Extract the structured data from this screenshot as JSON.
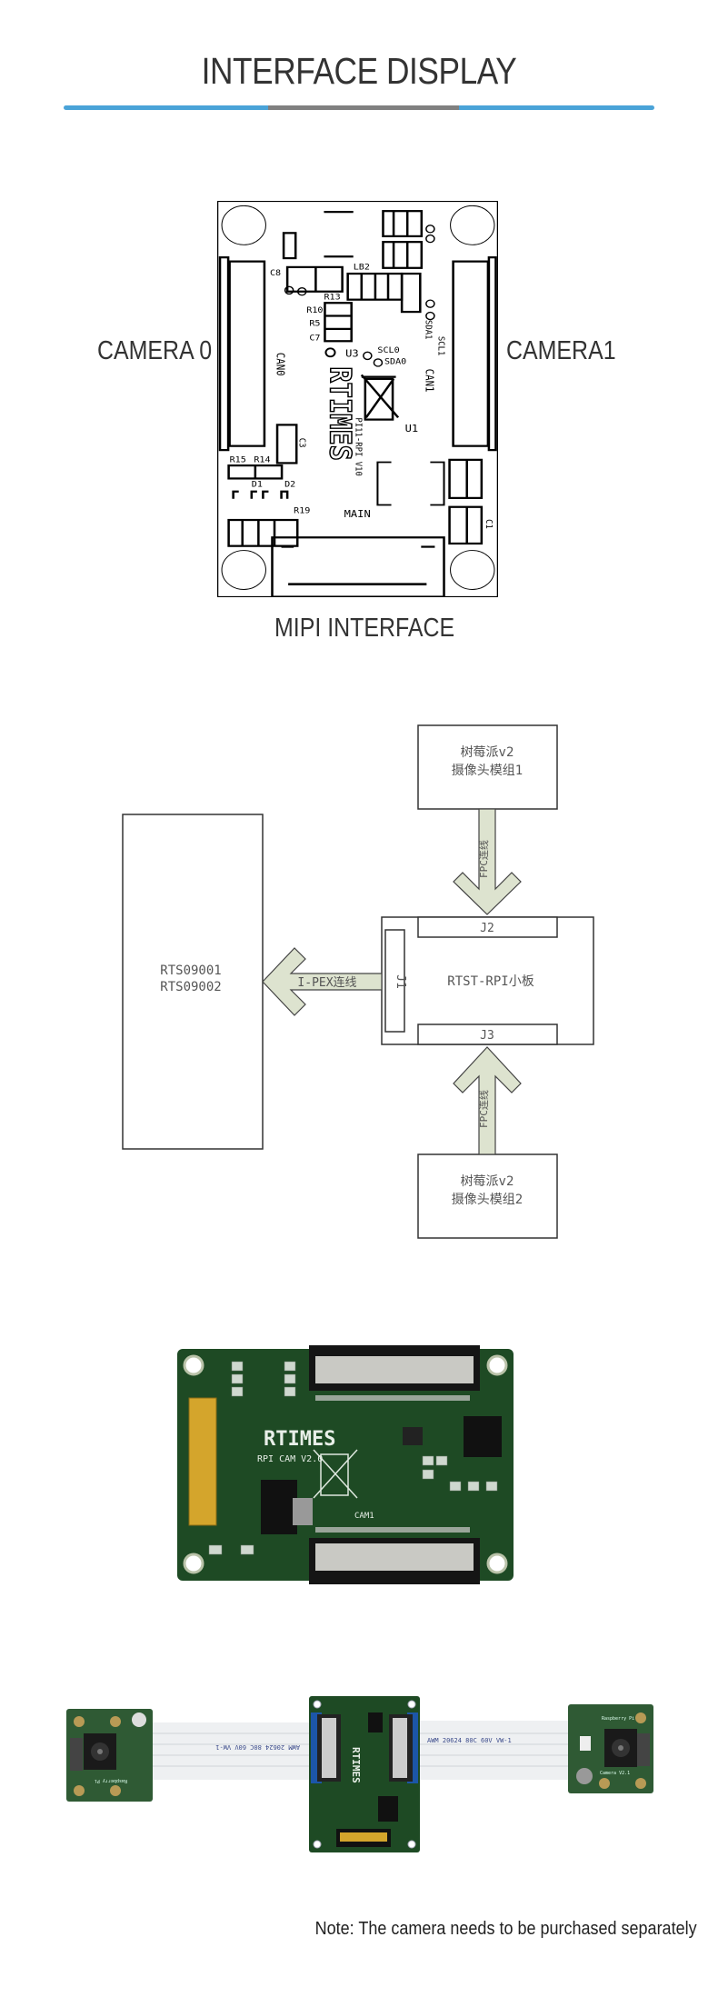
{
  "header": {
    "title": "INTERFACE DISPLAY",
    "accent_color": "#4aa3d8",
    "divider_mid_color": "#808080"
  },
  "pcb_drawing": {
    "camera0_label": "CAMERA 0",
    "camera1_label": "CAMERA1",
    "mipi_label": "MIPI INTERFACE",
    "silk": {
      "can0": "CAN0",
      "can1": "CAN1",
      "u1": "U1",
      "u3": "U3",
      "main": "MAIN",
      "scl0": "SCL0",
      "sda0": "SDA0",
      "scl1": "SCL1",
      "sda1": "SDA1",
      "c8": "C8",
      "c7": "C7",
      "c3": "C3",
      "c1": "C1",
      "r10": "R10",
      "r5": "R5",
      "r13": "R13",
      "r15": "R15",
      "r14": "R14",
      "r19": "R19",
      "lb2": "LB2",
      "d1": "D1",
      "d2": "D2",
      "rtimes": "RTIMES",
      "version": "PI11-RPI V10"
    }
  },
  "block_diagram": {
    "camera_module_1": [
      "树莓派v2",
      "摄像头模组1"
    ],
    "camera_module_2": [
      "树莓派v2",
      "摄像头模组2"
    ],
    "fpc_link_label": "FPC连线",
    "ipex_link_label": "I-PEX连线",
    "board_label": "RTST-RPI小板",
    "connector_j1": "J1",
    "connector_j2": "J2",
    "connector_j3": "J3",
    "host_lines": [
      "RTS09001",
      "RTS09002"
    ],
    "arrow_fill": "#dde3cf"
  },
  "photo_board": {
    "brand": "RTIMES",
    "model": "RPI CAM V2.0",
    "cam_label": "CAM1",
    "board_color": "#1e4a24"
  },
  "photo_assembly": {
    "cable_print_1": "AWM 20624 80C 60V VW-1",
    "cable_print_2": "AWM 20624 80C 60V VW-1",
    "camera_brand": "Raspberry Pi",
    "camera_model": "Camera V2.1"
  },
  "footer": {
    "note": "Note: The camera needs to be purchased separately"
  }
}
